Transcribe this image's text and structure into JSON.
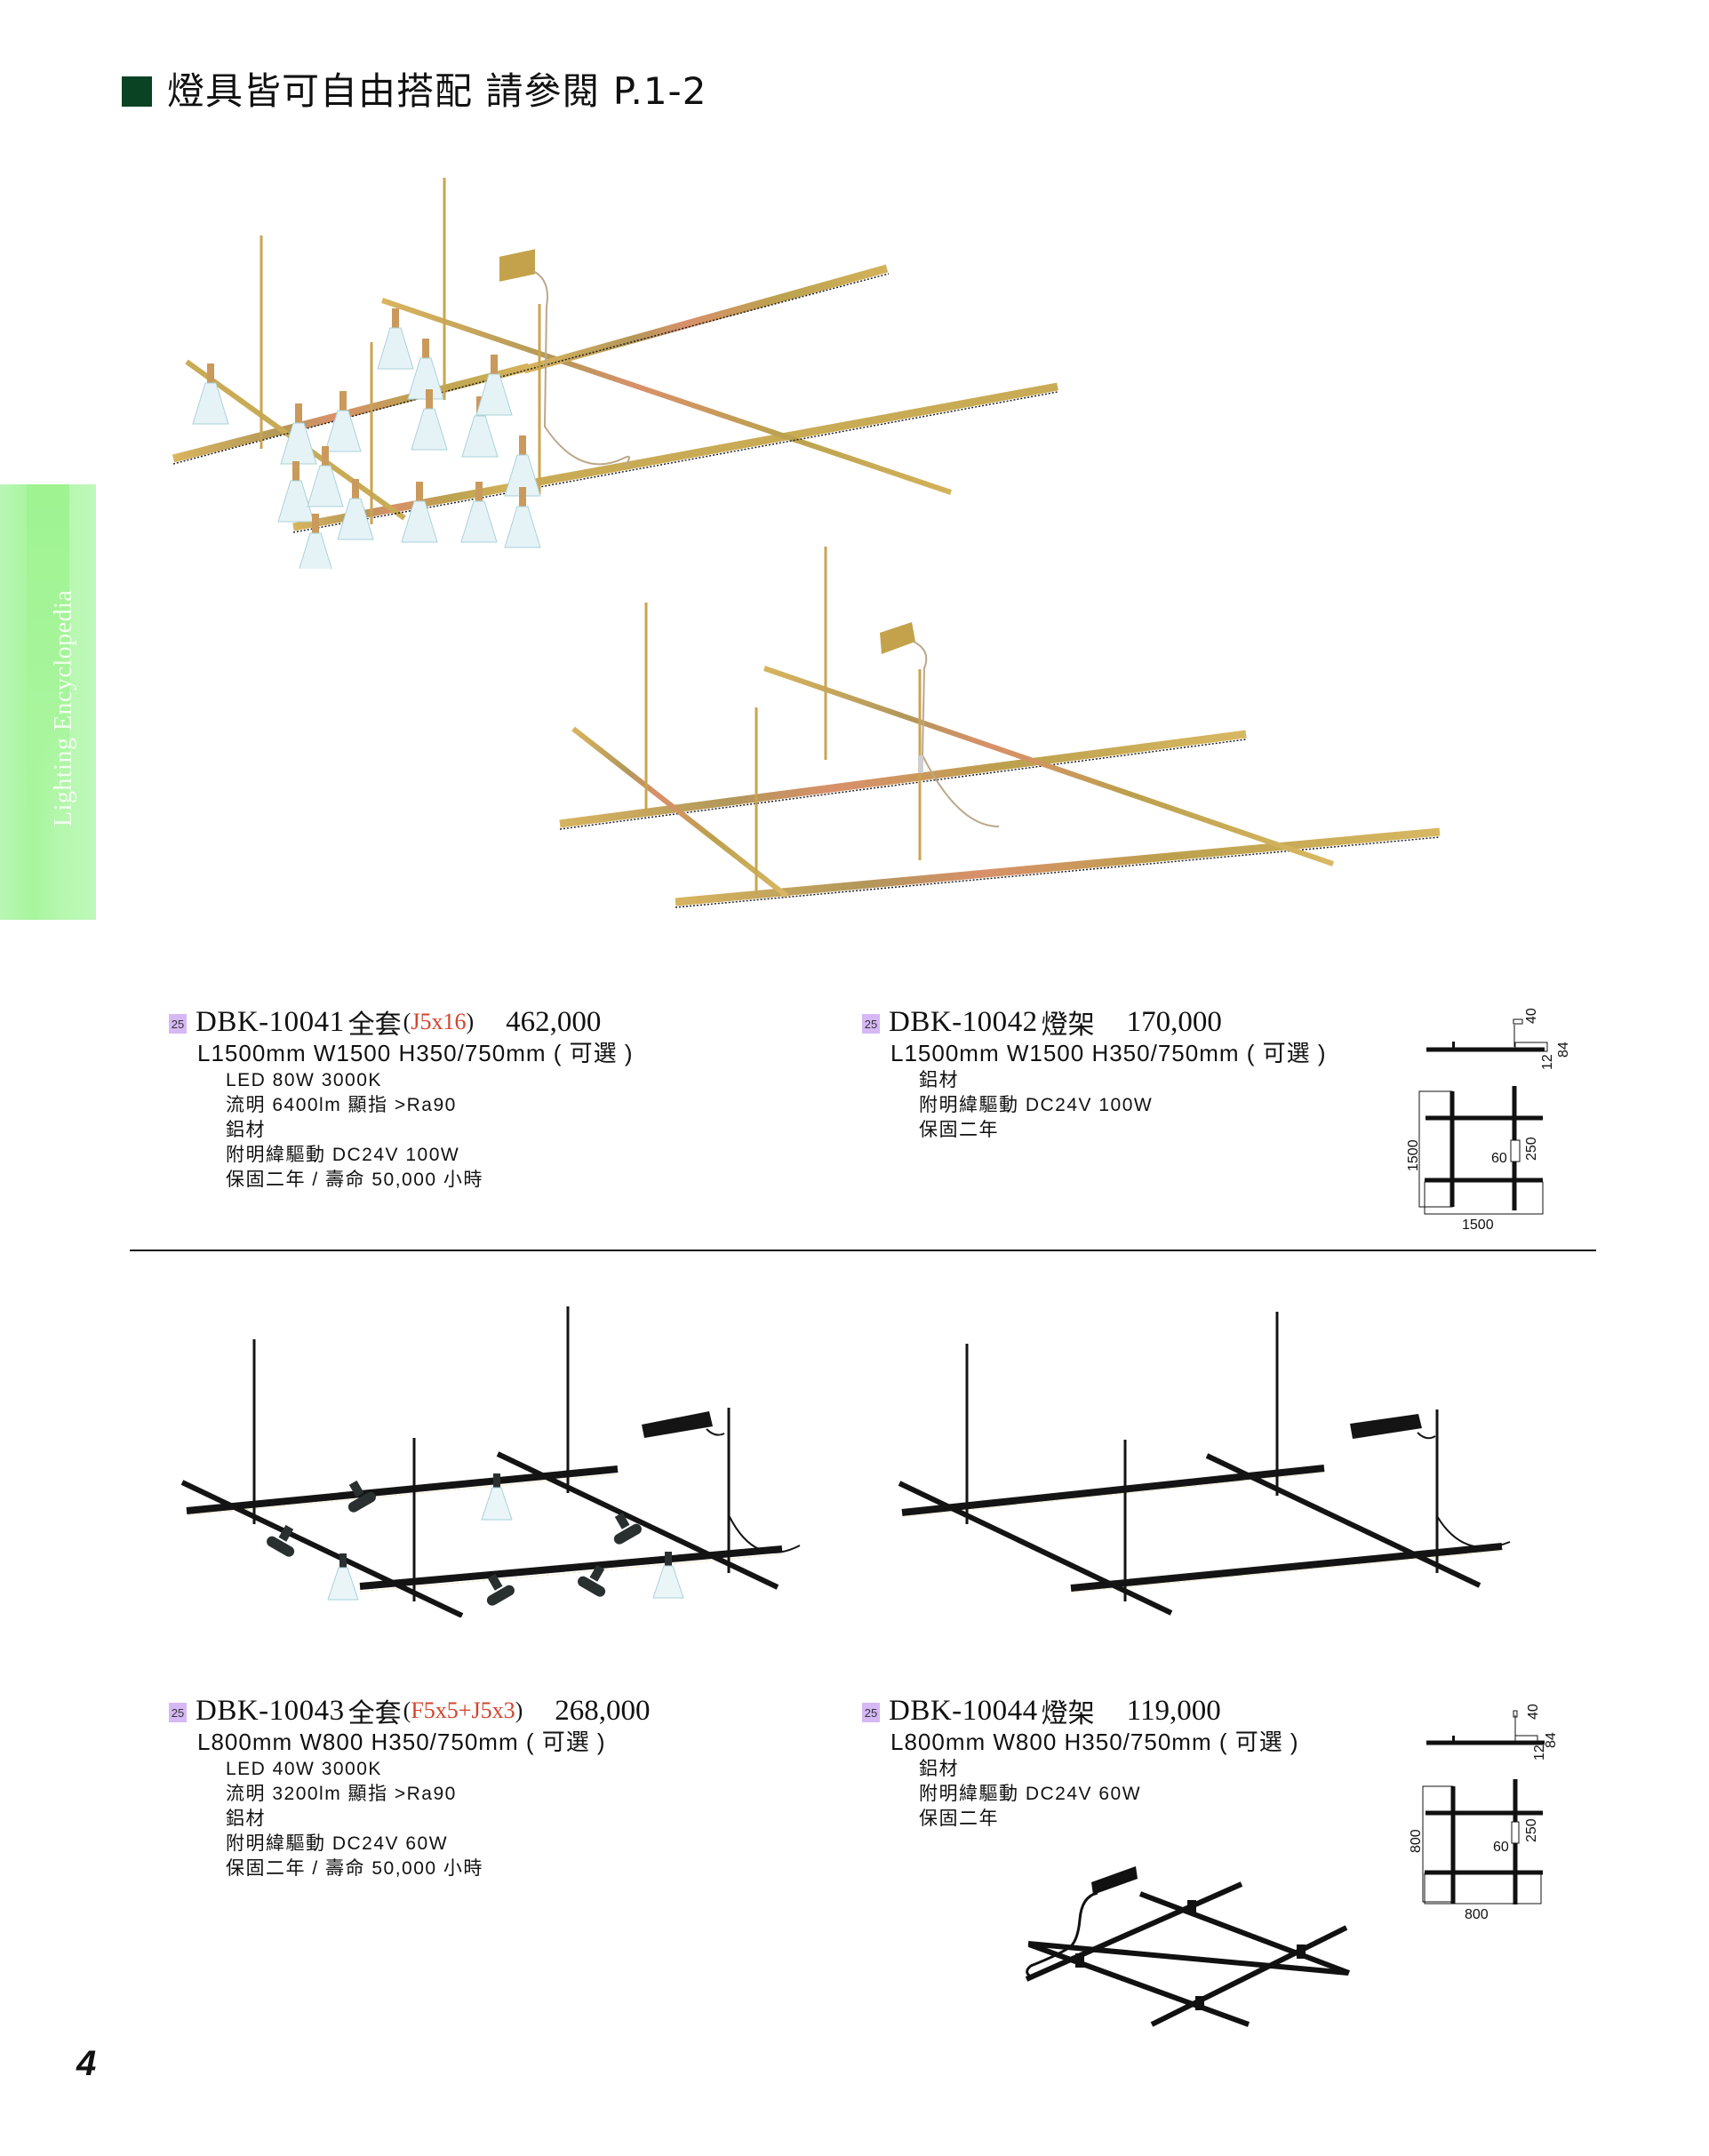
{
  "header": {
    "title": "燈具皆可自由搭配 請參閱 P.1-2",
    "square_color": "#0a4323"
  },
  "sidebar": {
    "label": "Lighting Encyclopedia",
    "color": "#b5f7ad"
  },
  "products": [
    {
      "badge": "25",
      "model": "DBK-10041",
      "kind": "全套",
      "combo_open": "(",
      "combo": "J5x16",
      "combo_close": ")",
      "price": "462,000",
      "dims": "L1500mm  W1500 H350/750mm ( 可選 )",
      "specs": [
        "LED 80W 3000K",
        "流明 6400lm 顯指 >Ra90",
        "鋁材",
        "附明緯驅動 DC24V 100W",
        "保固二年 / 壽命 50,000 小時"
      ],
      "finish": "gold"
    },
    {
      "badge": "25",
      "model": "DBK-10042",
      "kind": "燈架",
      "price": "170,000",
      "dims": "L1500mm  W1500 H350/750mm ( 可選 )",
      "specs": [
        "鋁材",
        "附明緯驅動 DC24V 100W",
        "保固二年"
      ],
      "finish": "gold"
    },
    {
      "badge": "25",
      "model": "DBK-10043",
      "kind": "全套",
      "combo_open": "(",
      "combo": "F5x5+J5x3",
      "combo_close": ")",
      "price": "268,000",
      "dims": "L800mm  W800 H350/750mm ( 可選 )",
      "specs": [
        "LED 40W 3000K",
        "流明 3200lm 顯指 >Ra90",
        "鋁材",
        "附明緯驅動 DC24V  60W",
        "保固二年 / 壽命 50,000 小時"
      ],
      "finish": "black"
    },
    {
      "badge": "25",
      "model": "DBK-10044",
      "kind": "燈架",
      "price": "119,000",
      "dims": "L800mm  W800 H350/750mm ( 可選 )",
      "specs": [
        "鋁材",
        "附明緯驅動 DC24V 60W",
        "保固二年"
      ],
      "finish": "black"
    }
  ],
  "diagrams": [
    {
      "side": {
        "h_top": "40",
        "h_mid": "84",
        "h_bot": "12"
      },
      "plan": {
        "width": "1500",
        "depth": "1500",
        "driver_len": "250",
        "driver_w": "60"
      }
    },
    {
      "side": {
        "h_top": "40",
        "h_mid": "84",
        "h_bot": "12"
      },
      "plan": {
        "width": "800",
        "depth": "800",
        "driver_len": "250",
        "driver_w": "60"
      }
    }
  ],
  "colors": {
    "gold": "#c8a54e",
    "copper": "#d9906a",
    "black": "#141414",
    "badge": "#d5b8f4",
    "combo_red": "#d2452f"
  },
  "page_number": "4"
}
